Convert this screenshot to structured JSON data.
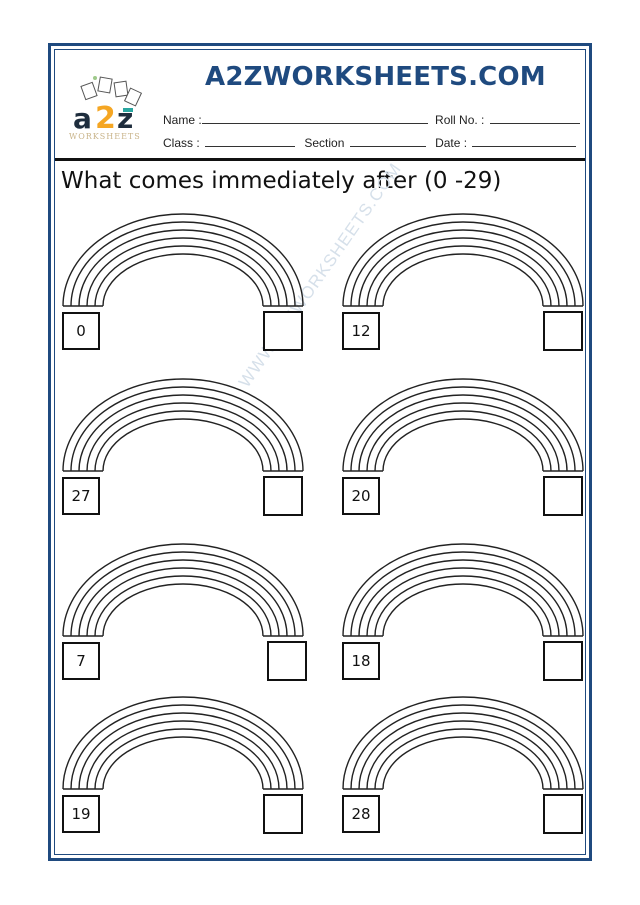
{
  "header": {
    "site_title": "A2ZWORKSHEETS.COM",
    "logo_text": "WORKSHEETS",
    "logo_letters": "a2z",
    "fields": {
      "name_label": "Name :",
      "roll_label": "Roll No. :",
      "class_label": "Class :",
      "section_label": "Section",
      "date_label": "Date :"
    }
  },
  "instruction": "What comes immediately after (0 -29)",
  "watermark": "WWW.A2ZWORKSHEETS.COM",
  "exercises": [
    {
      "given": "0",
      "answer": ""
    },
    {
      "given": "12",
      "answer": ""
    },
    {
      "given": "27",
      "answer": ""
    },
    {
      "given": "20",
      "answer": ""
    },
    {
      "given": "7",
      "answer": ""
    },
    {
      "given": "18",
      "answer": ""
    },
    {
      "given": "19",
      "answer": ""
    },
    {
      "given": "28",
      "answer": ""
    }
  ],
  "colors": {
    "border": "#1f4a7f",
    "title": "#1f4a7f",
    "logo_orange": "#f5a623",
    "logo_dark": "#1e2d3d",
    "logo_teal": "#2aa6a0"
  }
}
